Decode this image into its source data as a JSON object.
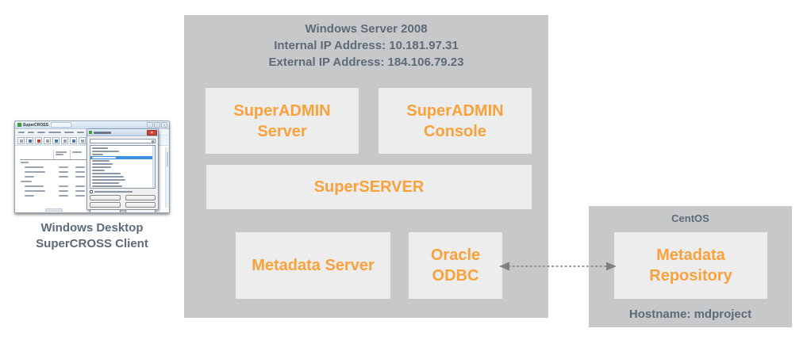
{
  "colors": {
    "container_gray": "#c7c8ca",
    "inner_box_gray": "#ededee",
    "accent_orange": "#f9a13b",
    "text_slate": "#5d6b78",
    "arrow_gray": "#808080"
  },
  "client": {
    "window_title": "SuperCROSS",
    "caption_line1": "Windows Desktop",
    "caption_line2": "SuperCROSS Client"
  },
  "windows_server": {
    "title": "Windows Server 2008",
    "internal_ip": "Internal IP Address: 10.181.97.31",
    "external_ip": "External IP Address: 184.106.79.23",
    "boxes": {
      "superadmin_server": "SuperADMIN Server",
      "superadmin_console": "SuperADMIN Console",
      "superserver": "SuperSERVER",
      "metadata_server": "Metadata Server",
      "oracle_odbc": "Oracle ODBC"
    }
  },
  "centos": {
    "title": "CentOS",
    "metadata_repository": "Metadata Repository",
    "hostname": "Hostname: mdproject"
  }
}
